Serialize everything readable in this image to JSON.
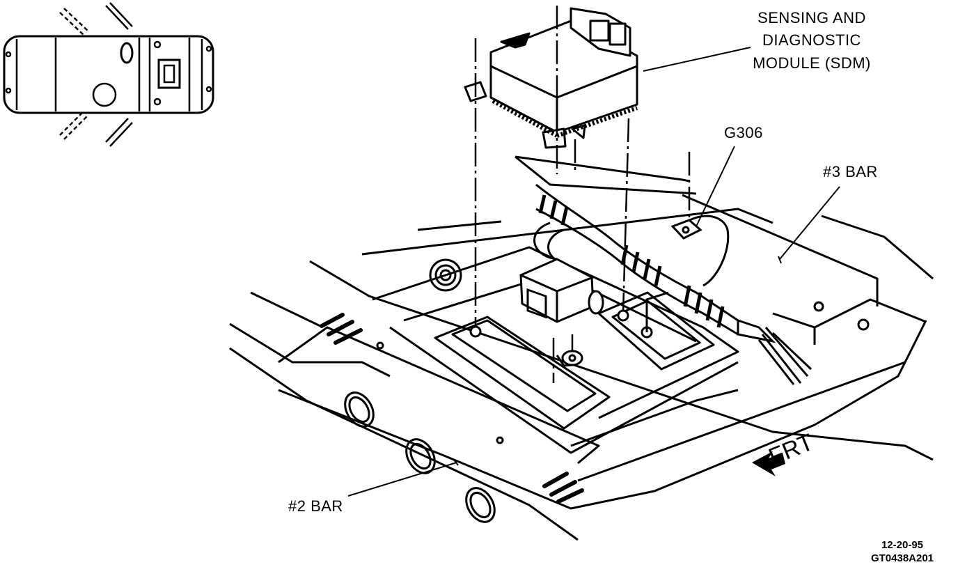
{
  "labels": {
    "sdm_line1": "SENSING AND",
    "sdm_line2": "DIAGNOSTIC",
    "sdm_line3": "MODULE (SDM)",
    "ground": "G306",
    "bar3": "#3 BAR",
    "bar2": "#2 BAR",
    "front": "FRT"
  },
  "stamp": {
    "date": "12-20-95",
    "code": "GT0438A201"
  },
  "colors": {
    "ink": "#000000",
    "paper": "#ffffff"
  }
}
